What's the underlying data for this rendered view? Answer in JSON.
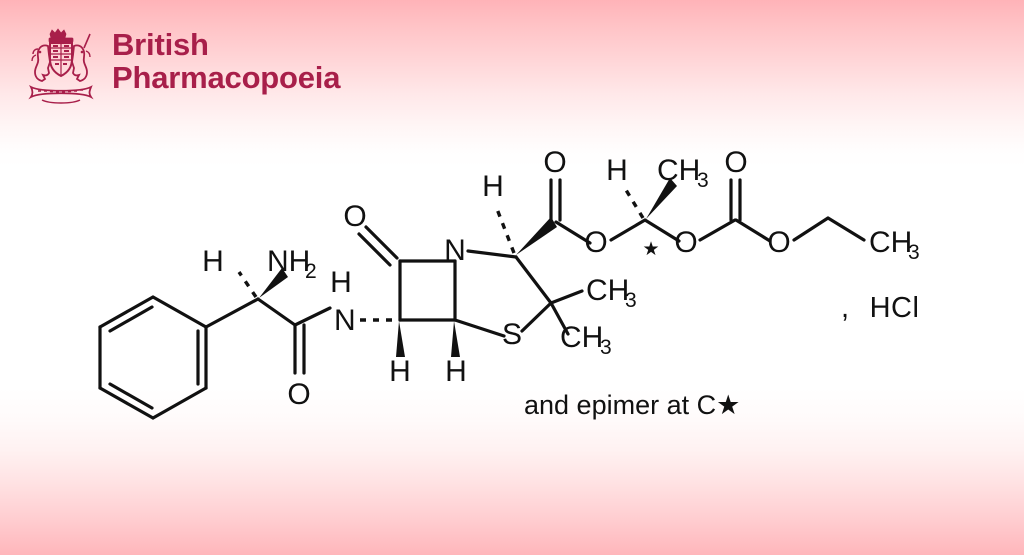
{
  "brand": {
    "line1": "British",
    "line2": "Pharmacopoeia",
    "color": "#a81f4a",
    "crest_icon": "royal-coat-of-arms-icon"
  },
  "background": {
    "edge_color": "#ffb3b8",
    "center_color": "#ffffff"
  },
  "structure": {
    "salt_comma": ",",
    "salt_label": "HCl",
    "caption": "and epimer at C★",
    "stereo_marker": "★",
    "bond_color": "#111111",
    "labels": {
      "phenyl_h": "H",
      "amine": "NH",
      "amine_sub": "2",
      "amide_n": "N",
      "amide_h": "H",
      "amide_o": "O",
      "lactam_o": "O",
      "ring_n": "N",
      "ring_h1": "H",
      "ring_h2": "H",
      "sulfur": "S",
      "methyl_a": "CH",
      "methyl_a_sub": "3",
      "methyl_b": "CH",
      "methyl_b_sub": "3",
      "c3_h": "H",
      "ester_carbonyl_o": "O",
      "ester_o": "O",
      "side_h": "H",
      "side_methyl": "CH",
      "side_methyl_sub": "3",
      "carbonate_o_double": "O",
      "carbonate_o_left": "O",
      "carbonate_o_right": "O",
      "ethyl_methyl": "CH",
      "ethyl_methyl_sub": "3"
    }
  }
}
